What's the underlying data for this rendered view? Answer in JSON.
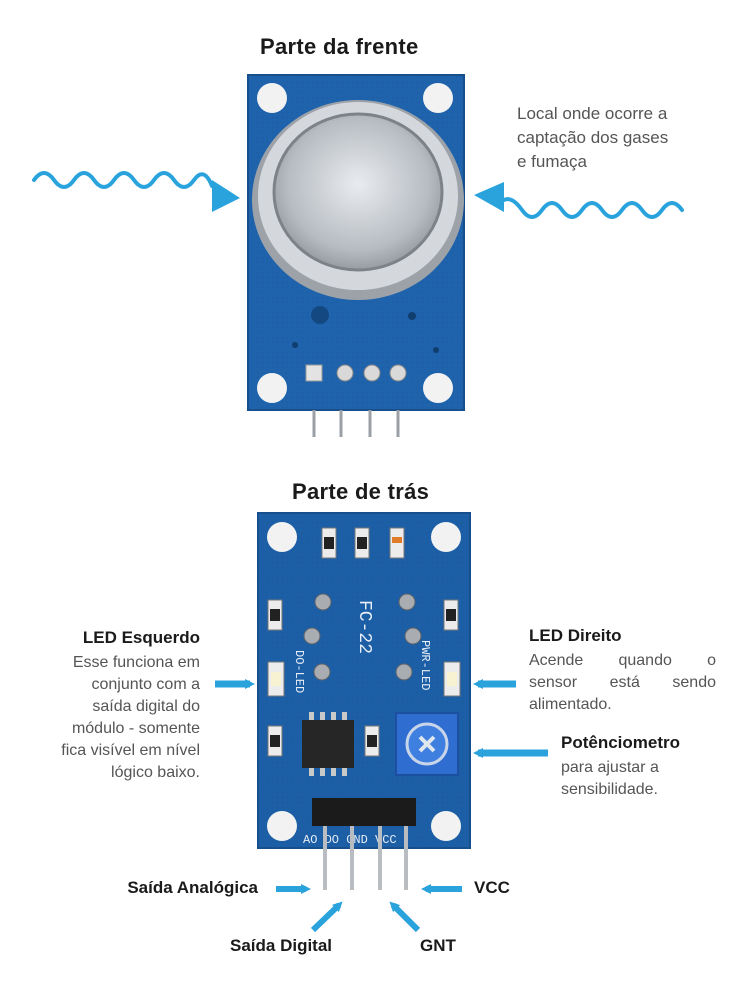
{
  "front": {
    "title": "Parte da frente",
    "note_lines": [
      "Local onde ocorre a",
      "captação dos gases",
      "e fumaça"
    ]
  },
  "back": {
    "title": "Parte de trás",
    "board_label": "FC-22",
    "silk_left": "DO-LED",
    "silk_right": "PWR-LED",
    "pin_labels": "AO DO GND VCC"
  },
  "led_left": {
    "title": "LED Esquerdo",
    "lines": [
      "Esse funciona em",
      "conjunto com a",
      "saída digital do",
      "módulo - somente",
      "fica visível em nível",
      "lógico baixo."
    ]
  },
  "led_right": {
    "title": "LED Direito",
    "lines": [
      "Acende quando o",
      "sensor está sendo",
      "alimentado."
    ]
  },
  "pot": {
    "title": "Potênciometro",
    "lines": [
      "para ajustar a",
      "sensibilidade."
    ]
  },
  "pins": {
    "analog": "Saída Analógica",
    "digital": "Saída Digital",
    "gnd": "GNT",
    "vcc": "VCC"
  },
  "colors": {
    "arrow": "#2aa3dd",
    "pcb": "#1c5fa6",
    "pcb_dark": "#13467d"
  }
}
